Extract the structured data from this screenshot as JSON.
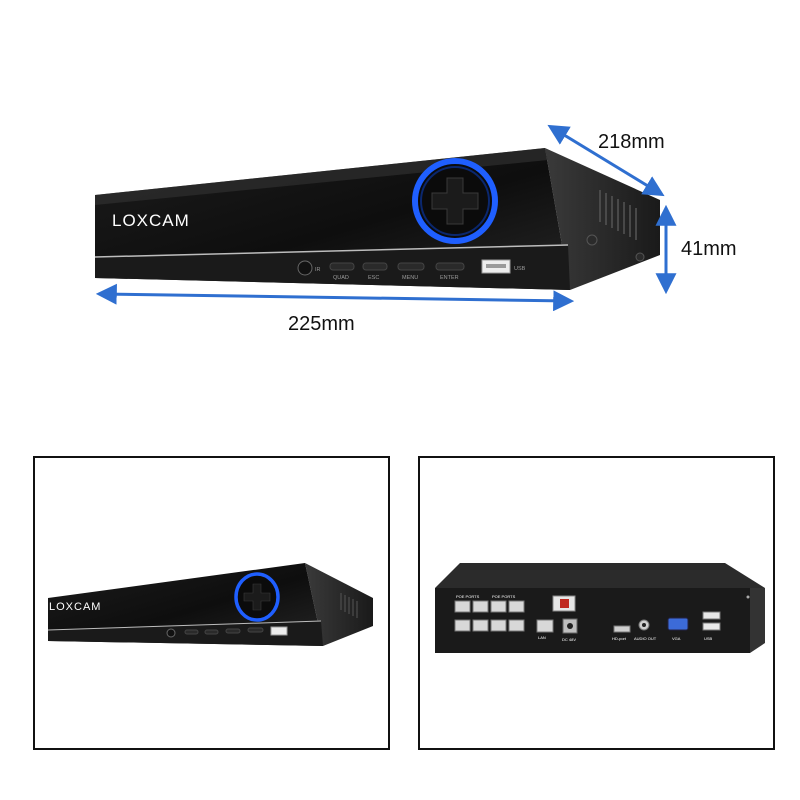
{
  "dimensions": {
    "depth": "218mm",
    "height": "41mm",
    "width": "225mm"
  },
  "device": {
    "brand": "LOXCAM",
    "front_buttons": [
      "QUAD",
      "ESC",
      "MENU",
      "ENTER"
    ],
    "usb_label": "USB",
    "ir_label": "IR"
  },
  "rear_panel": {
    "poe_group_1": "POE PORTS",
    "poe_group_2": "POE PORTS",
    "lan_label": "LAN",
    "power_label": "DC 48V",
    "hdmi_label": "HD-port",
    "audio_label": "AUDIO OUT",
    "vga_label": "VGA",
    "usb_label": "USB"
  },
  "colors": {
    "arrow": "#2f6fd0",
    "chassis": "#151515",
    "ring": "#1f5fff",
    "frame": "#111111"
  }
}
